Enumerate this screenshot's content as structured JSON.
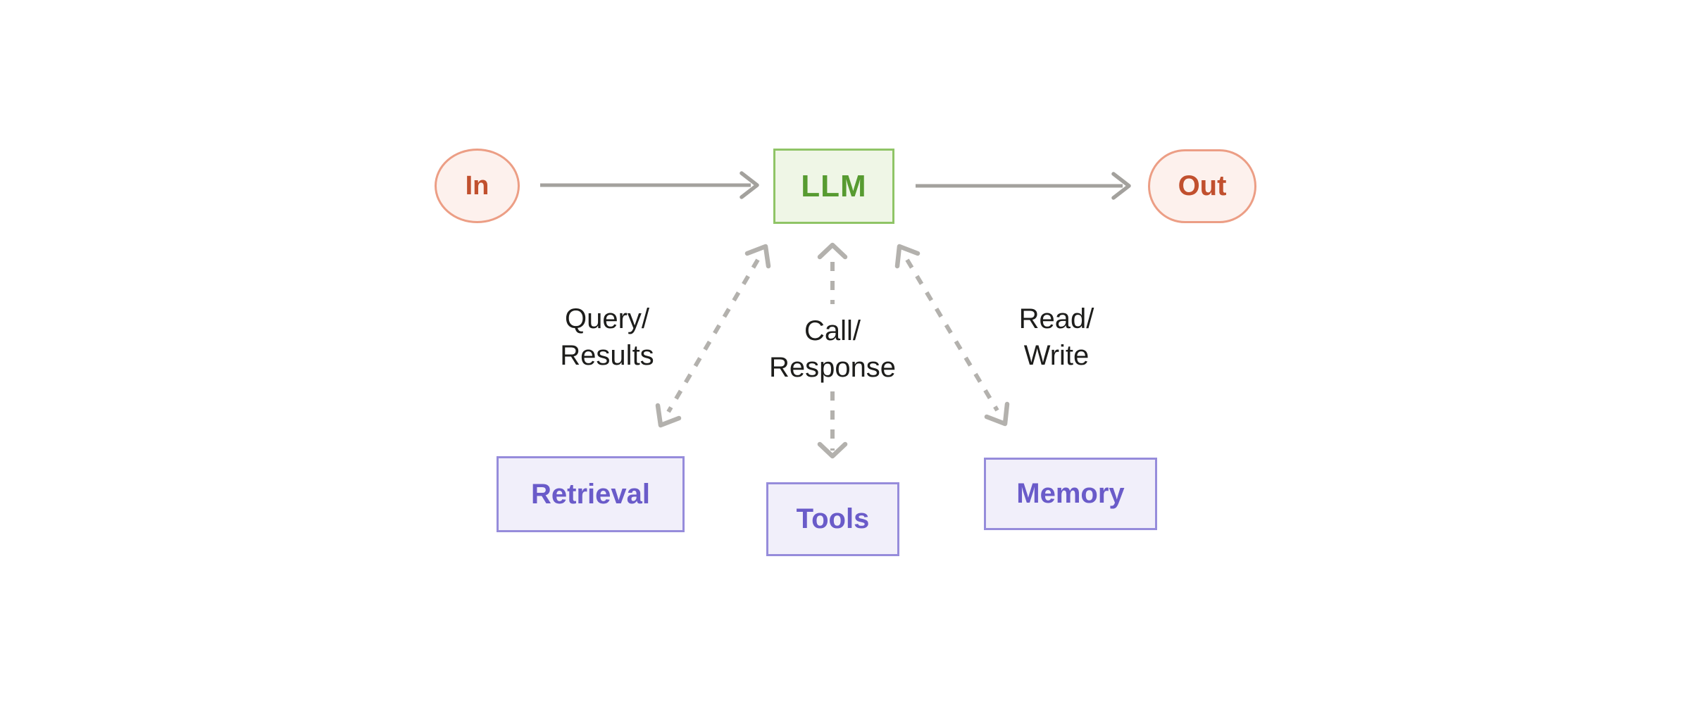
{
  "diagram": {
    "title": "LLM input-output flow with retrieval, tools and memory modules",
    "nodes": {
      "input": {
        "label": "In",
        "shape": "circle",
        "role": "input"
      },
      "llm": {
        "label": "LLM",
        "shape": "rectangle",
        "role": "model"
      },
      "output": {
        "label": "Out",
        "shape": "pill",
        "role": "output"
      },
      "retrieval": {
        "label": "Retrieval",
        "shape": "rectangle",
        "role": "module"
      },
      "tools": {
        "label": "Tools",
        "shape": "rectangle",
        "role": "module"
      },
      "memory": {
        "label": "Memory",
        "shape": "rectangle",
        "role": "module"
      }
    },
    "edges": {
      "in_to_llm": {
        "from": "In",
        "to": "LLM",
        "style": "solid",
        "direction": "one-way"
      },
      "llm_to_out": {
        "from": "LLM",
        "to": "Out",
        "style": "solid",
        "direction": "one-way"
      },
      "retrieval": {
        "from": "LLM",
        "to": "Retrieval",
        "style": "dashed",
        "direction": "two-way",
        "label": "Query/\nResults"
      },
      "tools": {
        "from": "LLM",
        "to": "Tools",
        "style": "dashed",
        "direction": "two-way",
        "label": "Call/\nResponse"
      },
      "memory": {
        "from": "LLM",
        "to": "Memory",
        "style": "dashed",
        "direction": "two-way",
        "label": "Read/\nWrite"
      }
    },
    "colors": {
      "io_fill": "#fdf1ed",
      "io_border": "#ec9e85",
      "io_text": "#c1502e",
      "llm_fill": "#eff6e6",
      "llm_border": "#8fc466",
      "llm_text": "#579b31",
      "module_fill": "#f1effa",
      "module_border": "#968cdb",
      "module_text": "#6a5bc9",
      "arrow_solid": "#a3a19d",
      "arrow_dashed": "#b3b1ad",
      "label_text": "#1d1d1b",
      "background": "#ffffff"
    }
  }
}
